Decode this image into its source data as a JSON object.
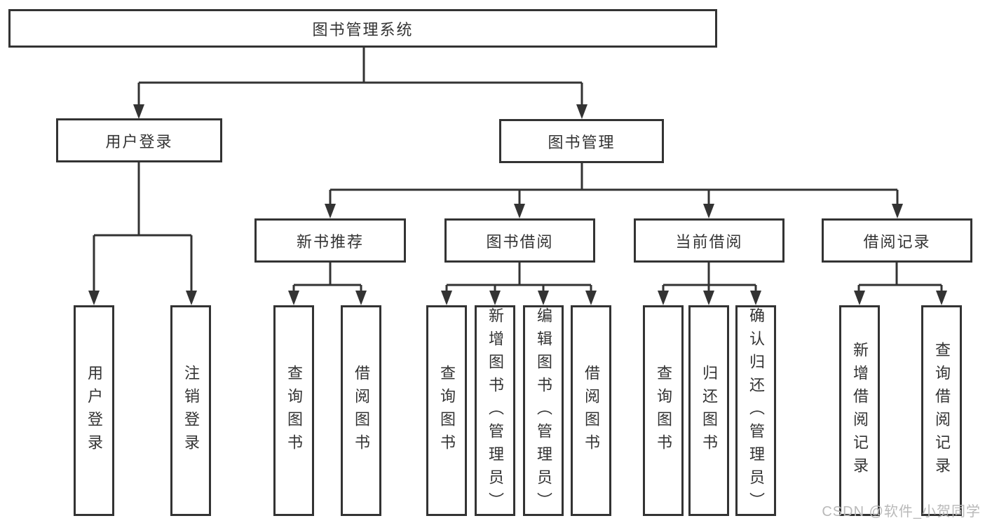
{
  "diagram": {
    "type": "tree",
    "colors": {
      "line": "#333333",
      "box_border": "#333333",
      "text": "#333333",
      "watermark": "#b9b9b9"
    },
    "tree": {
      "label": "图书管理系统",
      "children": [
        {
          "label": "用户登录",
          "children": [
            {
              "label": "用户登录"
            },
            {
              "label": "注销登录"
            }
          ]
        },
        {
          "label": "图书管理",
          "children": [
            {
              "label": "新书推荐",
              "children": [
                {
                  "label": "查询图书"
                },
                {
                  "label": "借阅图书"
                }
              ]
            },
            {
              "label": "图书借阅",
              "children": [
                {
                  "label": "查询图书"
                },
                {
                  "label": "新增图书（管理员）"
                },
                {
                  "label": "编辑图书（管理员）"
                },
                {
                  "label": "借阅图书"
                }
              ]
            },
            {
              "label": "当前借阅",
              "children": [
                {
                  "label": "查询图书"
                },
                {
                  "label": "归还图书"
                },
                {
                  "label": "确认归还（管理员）"
                }
              ]
            },
            {
              "label": "借阅记录",
              "children": [
                {
                  "label": "新增借阅记录"
                },
                {
                  "label": "查询借阅记录"
                }
              ]
            }
          ]
        }
      ]
    },
    "watermark": "CSDN @软件_小贺同学"
  }
}
